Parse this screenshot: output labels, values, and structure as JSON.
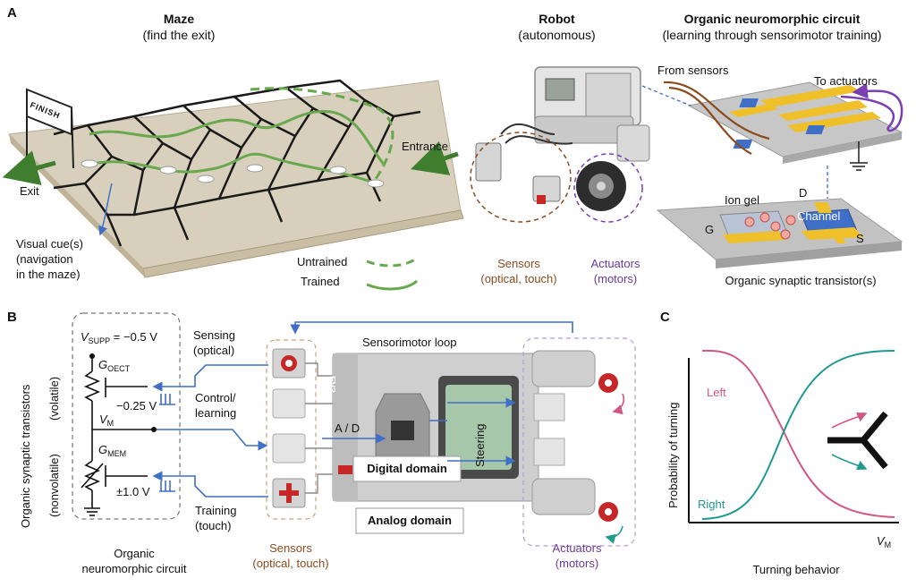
{
  "panels": {
    "A": "A",
    "B": "B",
    "C": "C"
  },
  "maze": {
    "title": "Maze",
    "subtitle": "(find the exit)",
    "finish": "FINISH",
    "exit": "Exit",
    "entrance": "Entrance",
    "visual_cue": [
      "Visual cue(s)",
      "(navigation",
      "in the maze)"
    ],
    "untrained": "Untrained",
    "trained": "Trained"
  },
  "robot": {
    "title": "Robot",
    "subtitle": "(autonomous)",
    "sensors": [
      "Sensors",
      "(optical, touch)"
    ],
    "actuators": [
      "Actuators",
      "(motors)"
    ]
  },
  "circuit": {
    "title": "Organic neuromorphic circuit",
    "subtitle": "(learning through sensorimotor training)",
    "from_sensors": "From sensors",
    "to_actuators": "To actuators",
    "ion_gel": "Ion gel",
    "channel": "Channel",
    "g": "G",
    "d": "D",
    "s": "S",
    "transistor_caption": "Organic synaptic transistor(s)"
  },
  "panel_b": {
    "vertical_main": "Organic synaptic transistors",
    "volatile": "(volatile)",
    "nonvolatile": "(nonvolatile)",
    "vsupp_v": "V",
    "vsupp_sub": "SUPP",
    "vsupp_val": " = −0.5 V",
    "goect_g": "G",
    "goect_sub": "OECT",
    "vm_v": "V",
    "vm_sub": "M",
    "gmem_g": "G",
    "gmem_sub": "MEM",
    "minus025": "−0.25 V",
    "pm1": "±1.0 V",
    "sensing": [
      "Sensing",
      "(optical)"
    ],
    "control": [
      "Control/",
      "learning"
    ],
    "training": [
      "Training",
      "(touch)"
    ],
    "circuit_caption": [
      "Organic",
      "neuromorphic circuit"
    ],
    "loop": "Sensorimotor loop",
    "ad": "A / D",
    "steering": "Steering",
    "digital": "Digital domain",
    "analog": "Analog domain",
    "ev3": "EV3",
    "sensors": [
      "Sensors",
      "(optical, touch)"
    ],
    "actuators": [
      "Actuators",
      "(motors)"
    ]
  },
  "panel_c": {
    "ylabel": "Probability of turning",
    "xlabel_v": "V",
    "xlabel_sub": "M",
    "left": "Left",
    "right": "Right",
    "caption": "Turning behavior"
  },
  "colors": {
    "green": "#6aa84f",
    "brown": "#8a4b1e",
    "purple": "#7a3fb0",
    "blue": "#3f6fc6",
    "pink": "#d0577e",
    "teal": "#1f9a8f"
  }
}
